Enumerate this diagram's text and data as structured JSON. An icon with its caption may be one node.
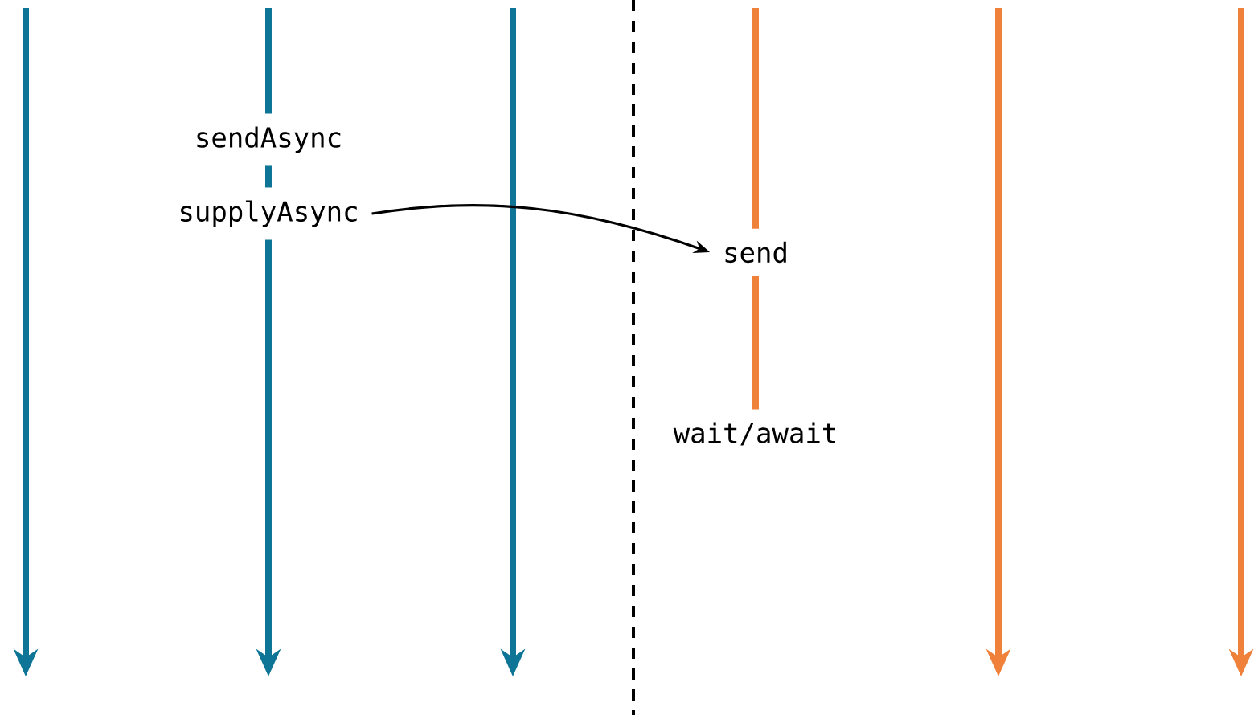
{
  "diagram": {
    "nodes": [
      {
        "text": [
          "sendAsync"
        ]
      },
      {
        "text": [
          "supplyAsync"
        ]
      },
      {
        "text": [
          "send"
        ]
      },
      {
        "text": [
          "wait/await"
        ]
      }
    ],
    "edges": [
      {
        "from": 1,
        "to": 2,
        "arrow": "to",
        "color": "#000000"
      },
      {
        "from": null,
        "to": 0,
        "arrow": "none",
        "color": "#0e7596"
      },
      {
        "from": 0,
        "to": 1,
        "arrow": "none",
        "color": "#0e7596"
      },
      {
        "from": 1,
        "to": null,
        "arrow": "to",
        "color": "#0e7596"
      },
      {
        "from": null,
        "to": 2,
        "arrow": "none",
        "color": "#f0813a"
      },
      {
        "from": 2,
        "to": 3,
        "arrow": "none",
        "color": "#f0813a"
      }
    ]
  }
}
